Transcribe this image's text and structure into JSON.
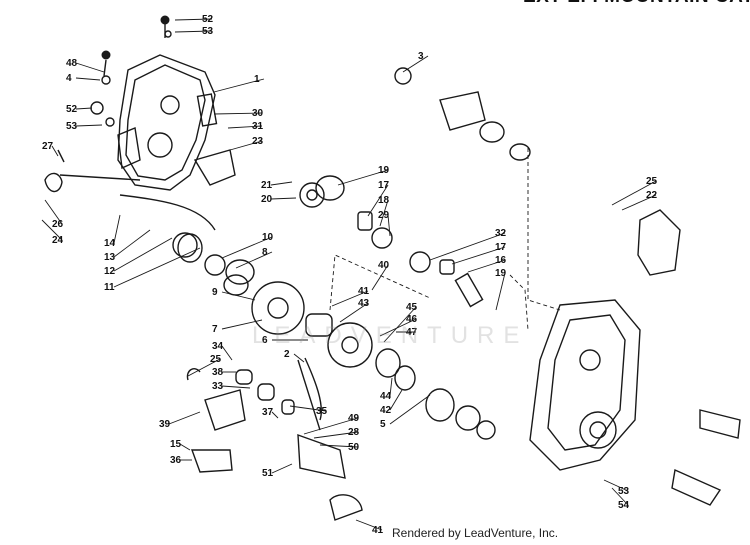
{
  "header": {
    "title": "EXT-EFI MOUNTAIN CAT"
  },
  "watermark": {
    "text": "LEADVENTURE"
  },
  "footer": {
    "credit": "Rendered by LeadVenture, Inc."
  },
  "callouts": [
    "52",
    "53",
    "48",
    "4",
    "1",
    "52",
    "53",
    "30",
    "31",
    "23",
    "27",
    "26",
    "24",
    "3",
    "21",
    "20",
    "19",
    "17",
    "18",
    "29",
    "25",
    "22",
    "14",
    "13",
    "12",
    "11",
    "10",
    "8",
    "32",
    "17",
    "16",
    "19",
    "9",
    "7",
    "40",
    "41",
    "43",
    "45",
    "46",
    "47",
    "6",
    "34",
    "25",
    "38",
    "33",
    "2",
    "44",
    "42",
    "5",
    "35",
    "37",
    "39",
    "49",
    "28",
    "50",
    "15",
    "36",
    "51",
    "53",
    "54",
    "41"
  ]
}
